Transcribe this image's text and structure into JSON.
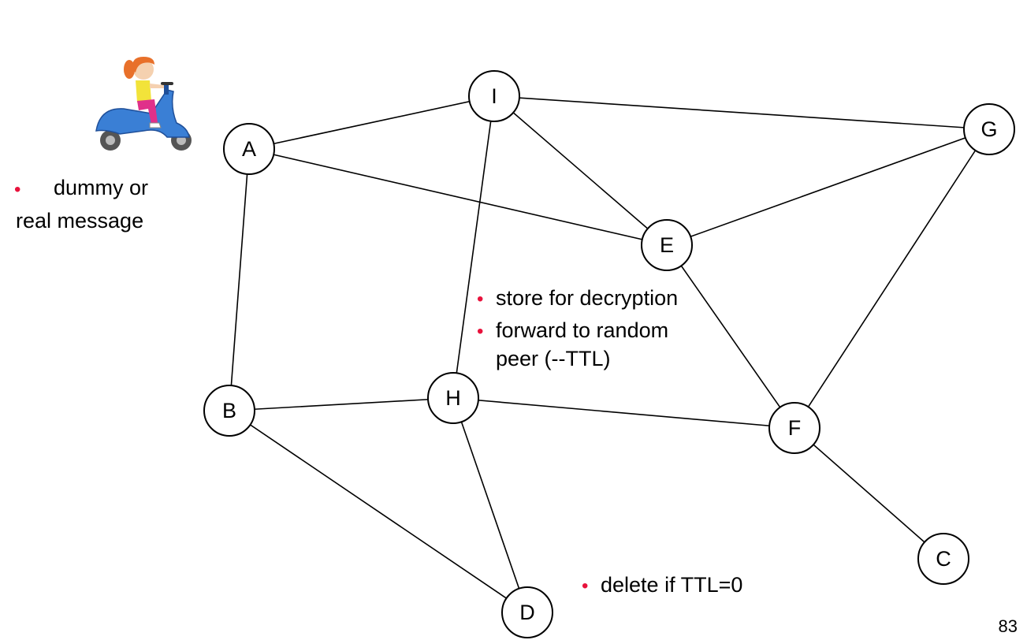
{
  "nodes": [
    {
      "id": "A",
      "label": "A"
    },
    {
      "id": "I",
      "label": "I"
    },
    {
      "id": "G",
      "label": "G"
    },
    {
      "id": "E",
      "label": "E"
    },
    {
      "id": "B",
      "label": "B"
    },
    {
      "id": "H",
      "label": "H"
    },
    {
      "id": "F",
      "label": "F"
    },
    {
      "id": "C",
      "label": "C"
    },
    {
      "id": "D",
      "label": "D"
    }
  ],
  "edges": [
    [
      "A",
      "I"
    ],
    [
      "A",
      "E"
    ],
    [
      "A",
      "B"
    ],
    [
      "I",
      "G"
    ],
    [
      "I",
      "E"
    ],
    [
      "I",
      "H"
    ],
    [
      "E",
      "G"
    ],
    [
      "E",
      "F"
    ],
    [
      "G",
      "F"
    ],
    [
      "B",
      "H"
    ],
    [
      "B",
      "D"
    ],
    [
      "H",
      "F"
    ],
    [
      "H",
      "D"
    ],
    [
      "F",
      "C"
    ]
  ],
  "annotations": {
    "message_bullet": "•",
    "message_line1": "dummy or",
    "message_line2": "real message",
    "node_actions": [
      "store for decryption",
      "forward to random",
      "peer (--TTL)"
    ],
    "delete_rule": "delete if TTL=0"
  },
  "page_number": "83",
  "colors": {
    "bullet": "#e8123c",
    "scooter": "#3a7fd5",
    "hair": "#e8702a",
    "shirt": "#f2e33a",
    "pants": "#e0308a"
  }
}
